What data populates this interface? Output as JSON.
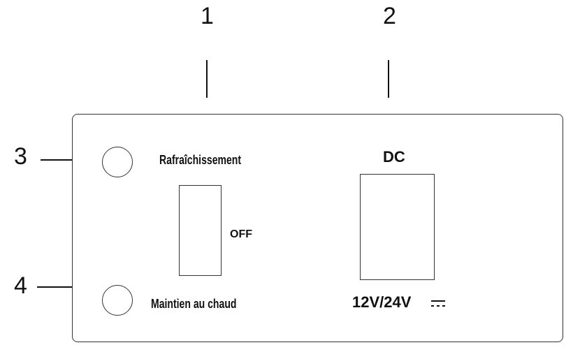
{
  "callouts": {
    "one": "1",
    "two": "2",
    "three": "3",
    "four": "4"
  },
  "panel": {
    "cooling_label": "Rafraîchissement",
    "keep_warm_label": "Maintien au chaud",
    "switch_label": "OFF",
    "dc_title": "DC",
    "voltage_label": "12V/24V",
    "voltage_symbol_icon": "dc-current-symbol"
  },
  "colors": {
    "line": "#111111",
    "outline": "#333333",
    "background": "#ffffff"
  }
}
